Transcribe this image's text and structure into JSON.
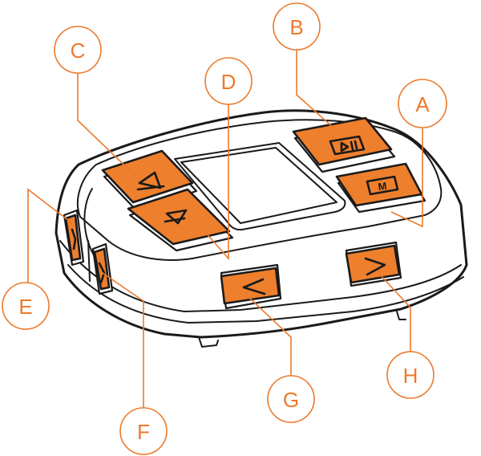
{
  "colors": {
    "accent": "#ee7f2d",
    "callout": "#ec7a2c",
    "outline": "#1a1a1a"
  },
  "callouts": [
    {
      "id": "a",
      "label": "A",
      "button": "menu-button",
      "glyph": "M"
    },
    {
      "id": "b",
      "label": "B",
      "button": "play-pause-button",
      "glyph": "play-pause-icon"
    },
    {
      "id": "c",
      "label": "C",
      "button": "up-button",
      "glyph": "up-arrow-icon"
    },
    {
      "id": "d",
      "label": "D",
      "button": "down-button",
      "glyph": "down-arrow-icon"
    },
    {
      "id": "e",
      "label": "E",
      "button": "left-side-button",
      "glyph": "chevron-icon"
    },
    {
      "id": "f",
      "label": "F",
      "button": "right-side-button",
      "glyph": "chevron-icon"
    },
    {
      "id": "g",
      "label": "G",
      "button": "previous-button",
      "glyph": "chevron-left-icon"
    },
    {
      "id": "h",
      "label": "H",
      "button": "next-button",
      "glyph": "chevron-right-icon"
    }
  ],
  "menu_glyph": "M"
}
